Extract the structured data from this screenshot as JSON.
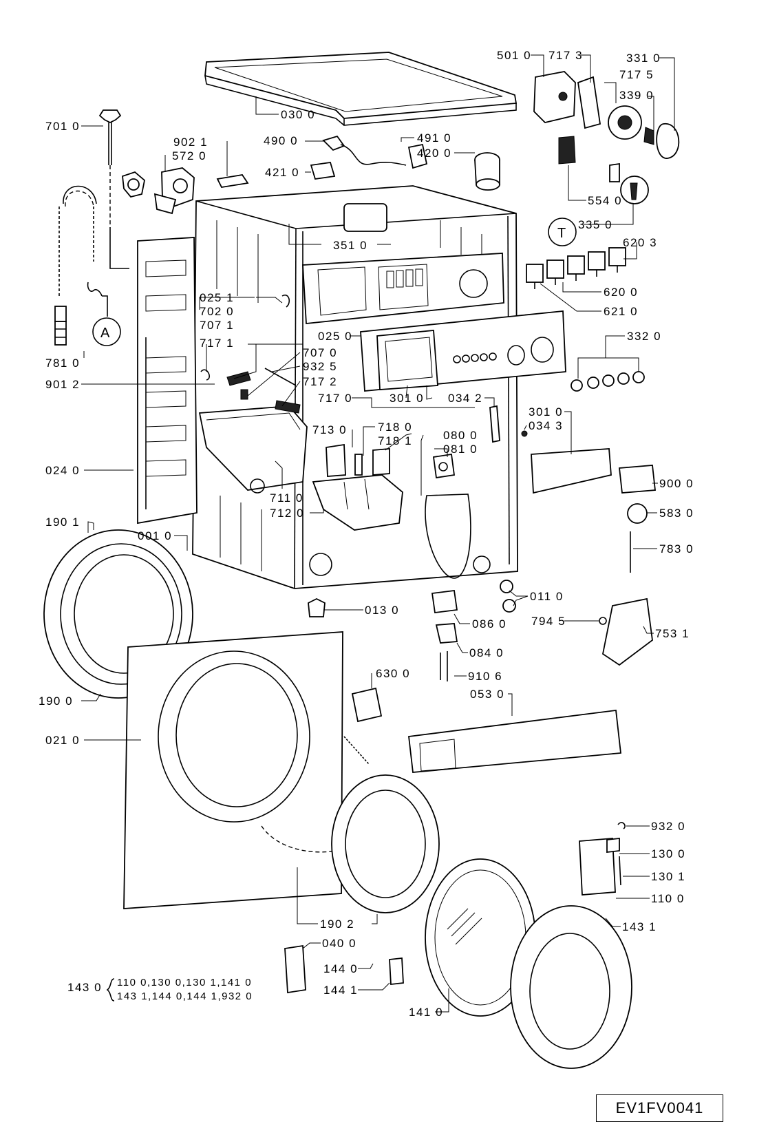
{
  "diagram_code": "EV1FV0041",
  "markers": {
    "a": "A",
    "t": "T"
  },
  "labels": {
    "p501_0": "501 0",
    "p717_3": "717 3",
    "p331_0": "331 0",
    "p717_5": "717 5",
    "p339_0": "339 0",
    "p030_0": "030 0",
    "p701_0": "701 0",
    "p490_0": "490 0",
    "p491_0": "491 0",
    "p420_0": "420 0",
    "p902_1": "902 1",
    "p572_0": "572 0",
    "p421_0": "421 0",
    "p554_0": "554 0",
    "p335_0": "335 0",
    "p351_0": "351 0",
    "p620_3": "620 3",
    "p620_0": "620 0",
    "p621_0": "621 0",
    "p025_1": "025 1",
    "p702_0": "702 0",
    "p707_1": "707 1",
    "p025_0": "025 0",
    "p332_0": "332 0",
    "p717_1": "717 1",
    "p707_0": "707 0",
    "p932_5": "932 5",
    "p901_2": "901 2",
    "p717_2": "717 2",
    "p781_0": "781 0",
    "p717_0": "717 0",
    "p301_0a": "301 0",
    "p034_2": "034 2",
    "p301_0b": "301 0",
    "p034_3": "034 3",
    "p713_0": "713 0",
    "p718_0": "718 0",
    "p718_1": "718 1",
    "p080_0": "080 0",
    "p081_0": "081 0",
    "p024_0": "024 0",
    "p900_0": "900 0",
    "p711_0": "711 0",
    "p712_0": "712 0",
    "p583_0": "583 0",
    "p190_1": "190 1",
    "p001_0": "001 0",
    "p783_0": "783 0",
    "p011_0": "011 0",
    "p013_0": "013 0",
    "p086_0": "086 0",
    "p794_5": "794 5",
    "p753_1": "753 1",
    "p084_0": "084 0",
    "p630_0": "630 0",
    "p910_6": "910 6",
    "p053_0": "053 0",
    "p190_0": "190 0",
    "p021_0": "021 0",
    "p932_0": "932 0",
    "p130_0": "130 0",
    "p130_1": "130 1",
    "p110_0": "110 0",
    "p190_2": "190 2",
    "p143_1": "143 1",
    "p040_0": "040 0",
    "p144_0": "144 0",
    "p144_1": "144 1",
    "p141_0": "141 0",
    "p143_0": "143 0"
  },
  "kit_143_0": {
    "line1": "110 0,130 0,130 1,141 0",
    "line2": "143 1,144 0,144 1,932 0"
  }
}
